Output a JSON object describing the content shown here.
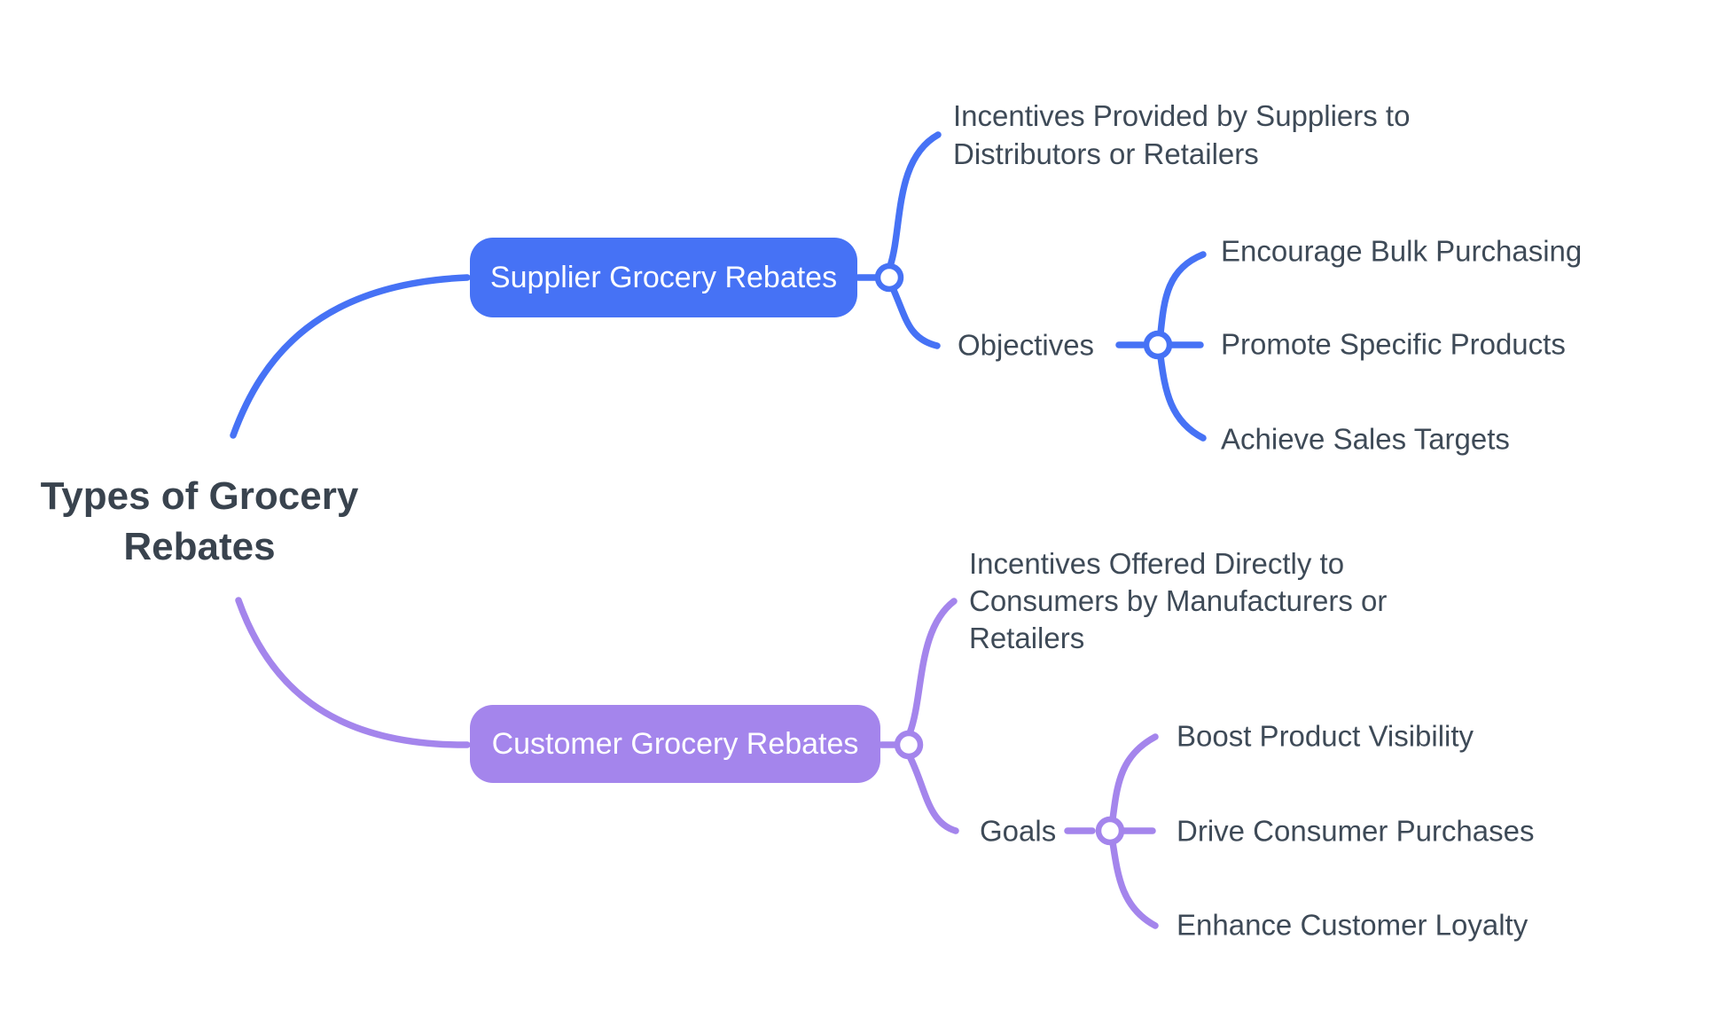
{
  "title": "Types of Grocery Rebates mind map",
  "colors": {
    "supplier_accent": "#4672f5",
    "customer_accent": "#a485ec",
    "label_text": "#3e4a57",
    "root_text": "#39434e",
    "node_text": "#ffffff",
    "background": "#ffffff"
  },
  "root": {
    "label": "Types of Grocery\nRebates"
  },
  "supplier": {
    "node": "Supplier Grocery Rebates",
    "description": "Incentives Provided by Suppliers to\nDistributors or Retailers",
    "group_label": "Objectives",
    "items": [
      "Encourage Bulk Purchasing",
      "Promote Specific Products",
      "Achieve Sales Targets"
    ]
  },
  "customer": {
    "node": "Customer Grocery Rebates",
    "description": "Incentives Offered Directly to\nConsumers by Manufacturers or\nRetailers",
    "group_label": "Goals",
    "items": [
      "Boost Product Visibility",
      "Drive Consumer Purchases",
      "Enhance Customer Loyalty"
    ]
  }
}
